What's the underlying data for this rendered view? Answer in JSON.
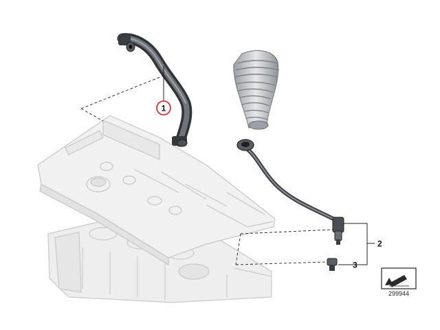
{
  "diagram": {
    "callouts": [
      {
        "id": "1",
        "label": "1",
        "highlighted": true
      },
      {
        "id": "2",
        "label": "2",
        "highlighted": false
      },
      {
        "id": "3",
        "label": "3",
        "highlighted": false
      }
    ],
    "reference_number": "299944",
    "colors": {
      "highlight": "#d23a3a",
      "part_dark": "#4a4d52",
      "part_mid": "#8a8e94",
      "engine_fill": "#eeeeee",
      "engine_stroke": "#c8c8c8",
      "leader": "#222222"
    }
  }
}
